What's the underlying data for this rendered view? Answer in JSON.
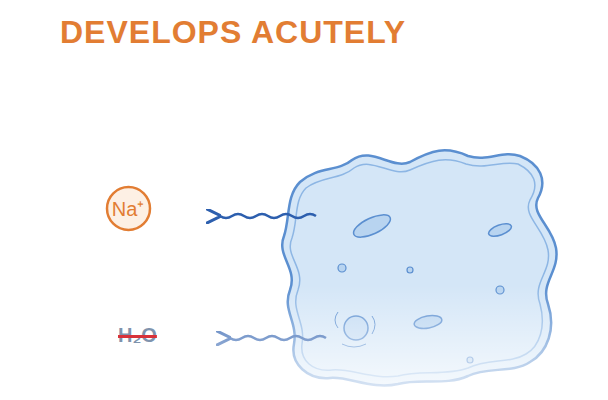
{
  "diagram": {
    "title": "DEVELOPS ACUTELY",
    "nodes": [
      {
        "text": [
          "Na⁺"
        ]
      }
    ],
    "labels": [
      "H₂O"
    ]
  }
}
